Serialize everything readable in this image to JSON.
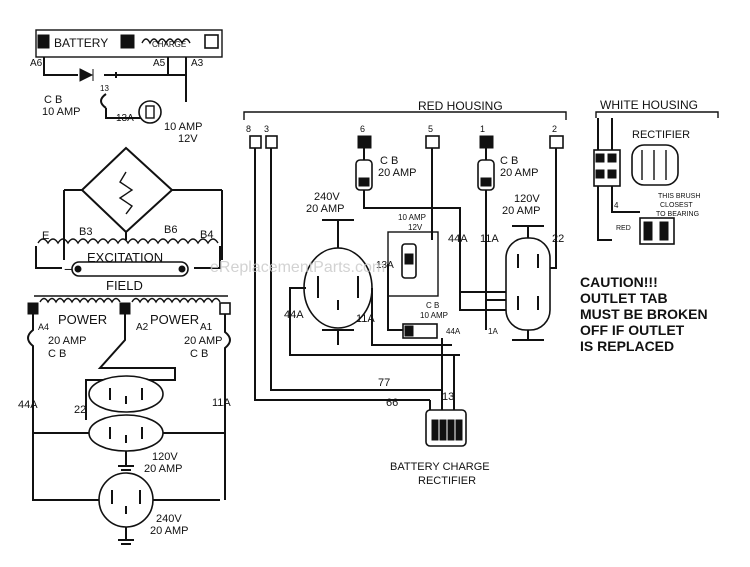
{
  "watermark": "eReplacementParts.com",
  "left": {
    "battery": "BATTERY",
    "charge": "CHARGE",
    "t_A6": "A6",
    "t_A5": "A5",
    "t_A3": "A3",
    "t_13": "13",
    "cb_small": "C B",
    "cb_small_amp": "10 AMP",
    "t_13A": "13A",
    "amp10": "10 AMP",
    "v12": "12V",
    "t_E1": "E",
    "t_B3": "B3",
    "t_B6": "B6",
    "t_B4": "B4",
    "excitation": "EXCITATION",
    "minus": "−",
    "plus": "+",
    "field": "FIELD",
    "power1": "POWER",
    "power2": "POWER",
    "t_A4": "A4",
    "t_A2": "A2",
    "t_A1": "A1",
    "cb_left_amp": "20 AMP",
    "cb_left": "C B",
    "cb_right_amp": "20 AMP",
    "cb_right": "C B",
    "t_44A": "44A",
    "t_22": "22",
    "t_11A": "11A",
    "out120_v": "120V",
    "out120_a": "20 AMP",
    "out240_v": "240V",
    "out240_a": "20 AMP"
  },
  "right": {
    "red_housing": "RED HOUSING",
    "white_housing": "WHITE HOUSING",
    "rectifier": "RECTIFIER",
    "t_8": "8",
    "t_3": "3",
    "t_6": "6",
    "t_5": "5",
    "t_1": "1",
    "t_2": "2",
    "cb1": "C B",
    "cb1_amp": "20 AMP",
    "cb2": "C B",
    "cb2_amp": "20 AMP",
    "v240": "240V",
    "a240": "20 AMP",
    "v120": "120V",
    "a120": "20 AMP",
    "cb3_amp": "10 AMP",
    "cb3_v": "12V",
    "t_13A": "13A",
    "t_44A_top": "44A",
    "t_11A_top": "11A",
    "t_22": "22",
    "t_44A_bot": "44A",
    "t_11A_bot": "11A",
    "cb4": "C B",
    "cb4_amp": "10 AMP",
    "t_44A_small": "44A",
    "t_1A": "1A",
    "brush_note1": "THIS BRUSH",
    "brush_note2": "CLOSEST",
    "brush_note3": "TO BEARING",
    "t_4": "4",
    "red": "RED",
    "t_77": "77",
    "t_66": "66",
    "t_13": "13",
    "bcr1": "BATTERY CHARGE",
    "bcr2": "RECTIFIER",
    "caution1": "CAUTION!!!",
    "caution2": "OUTLET TAB",
    "caution3": "MUST BE BROKEN",
    "caution4": "OFF IF OUTLET",
    "caution5": "IS REPLACED"
  }
}
